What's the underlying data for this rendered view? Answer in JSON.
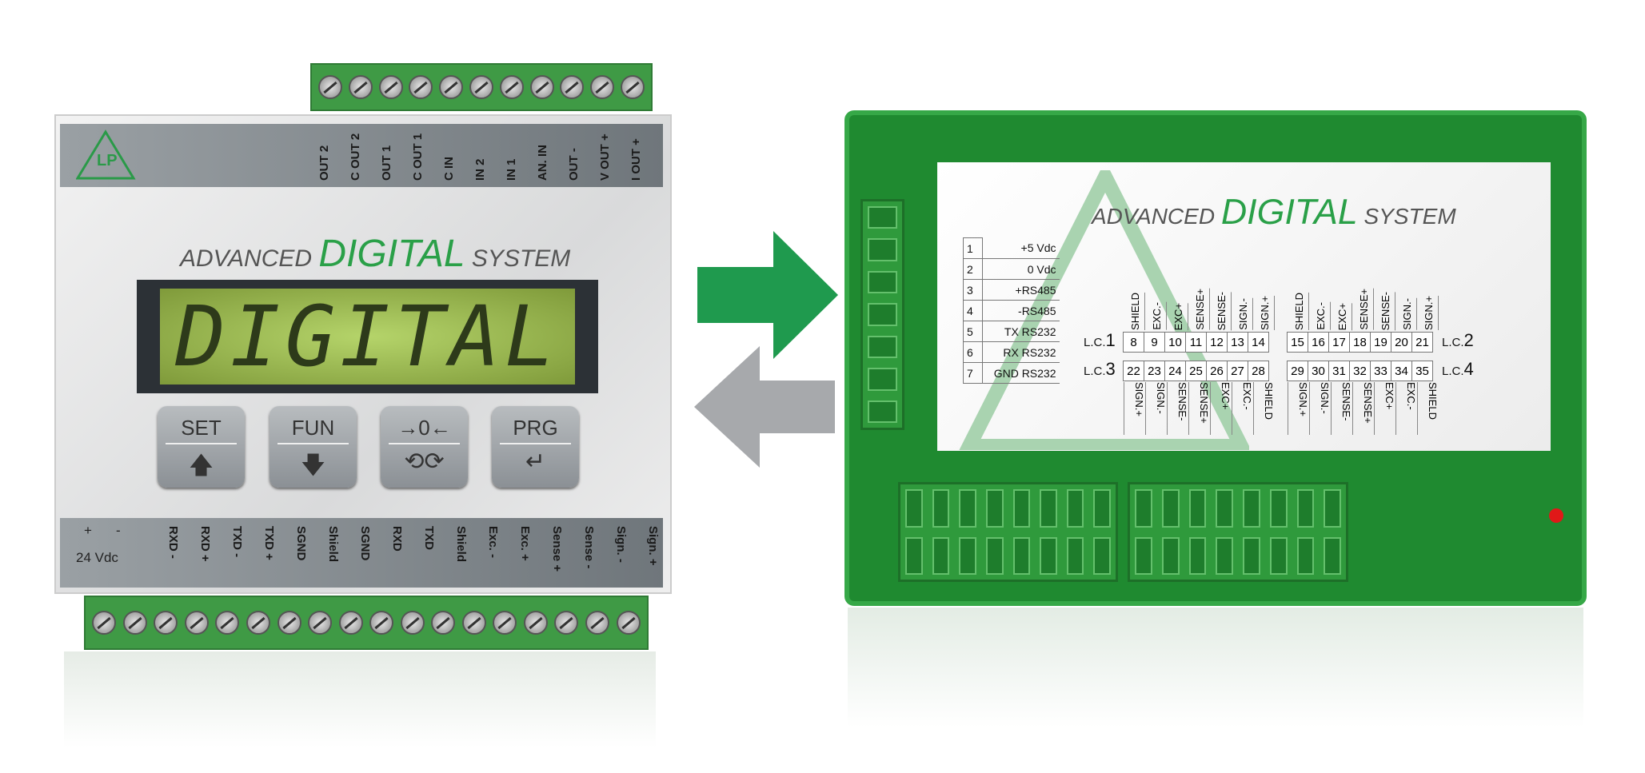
{
  "left_device": {
    "logo": "LP",
    "title": {
      "pre": "ADVANCED",
      "main": "DIGITAL",
      "post": "SYSTEM"
    },
    "display_text": "DIGITAL",
    "top_labels": [
      "OUT 2",
      "C OUT 2",
      "OUT 1",
      "C OUT 1",
      "C IN",
      "IN 2",
      "IN 1",
      "AN. IN",
      "OUT -",
      "V OUT +",
      "I OUT +"
    ],
    "bottom_power": {
      "plus": "+",
      "minus": "-",
      "voltage": "24 Vdc"
    },
    "bottom_labels": [
      "RXD -",
      "RXD +",
      "TXD -",
      "TXD +",
      "SGND",
      "Shield",
      "SGND",
      "RXD",
      "TXD",
      "Shield",
      "Exc. -",
      "Exc. +",
      "Sense +",
      "Sense -",
      "Sign. -",
      "Sign. +"
    ],
    "buttons": [
      {
        "label": "SET",
        "icon": "arrow-up-icon",
        "glyph": "🡅"
      },
      {
        "label": "FUN",
        "icon": "arrow-down-icon",
        "glyph": "🡇"
      },
      {
        "label": "→0←",
        "icon": "cycle-icon",
        "glyph": "⟲⟳"
      },
      {
        "label": "PRG",
        "icon": "enter-icon",
        "glyph": "↵"
      }
    ]
  },
  "arrows": {
    "forward_color": "#1f9a4e",
    "back_color": "#a7a9ac"
  },
  "right_device": {
    "title": {
      "pre": "ADVANCED",
      "main": "DIGITAL",
      "post": "SYSTEM"
    },
    "pins": [
      [
        "1",
        "+5 Vdc"
      ],
      [
        "2",
        "0 Vdc"
      ],
      [
        "3",
        "+RS485"
      ],
      [
        "4",
        "-RS485"
      ],
      [
        "5",
        "TX RS232"
      ],
      [
        "6",
        "RX RS232"
      ],
      [
        "7",
        "GND RS232"
      ]
    ],
    "lc1": {
      "name": "L.C.",
      "num": "1",
      "pins": [
        "8",
        "9",
        "10",
        "11",
        "12",
        "13",
        "14"
      ]
    },
    "lc2": {
      "name": "L.C.",
      "num": "2",
      "pins": [
        "15",
        "16",
        "17",
        "18",
        "19",
        "20",
        "21"
      ]
    },
    "lc3": {
      "name": "L.C.",
      "num": "3",
      "pins": [
        "22",
        "23",
        "24",
        "25",
        "26",
        "27",
        "28"
      ]
    },
    "lc4": {
      "name": "L.C.",
      "num": "4",
      "pins": [
        "29",
        "30",
        "31",
        "32",
        "33",
        "34",
        "35"
      ]
    },
    "top_signals": [
      "SHIELD",
      "EXC.-",
      "EXC+",
      "SENSE+",
      "SENSE-",
      "SIGN.-",
      "SIGN.+"
    ],
    "bottom_signals": [
      "SIGN.+",
      "SIGN.-",
      "SENSE-",
      "SENSE+",
      "EXC+",
      "EXC.-",
      "SHIELD"
    ]
  }
}
